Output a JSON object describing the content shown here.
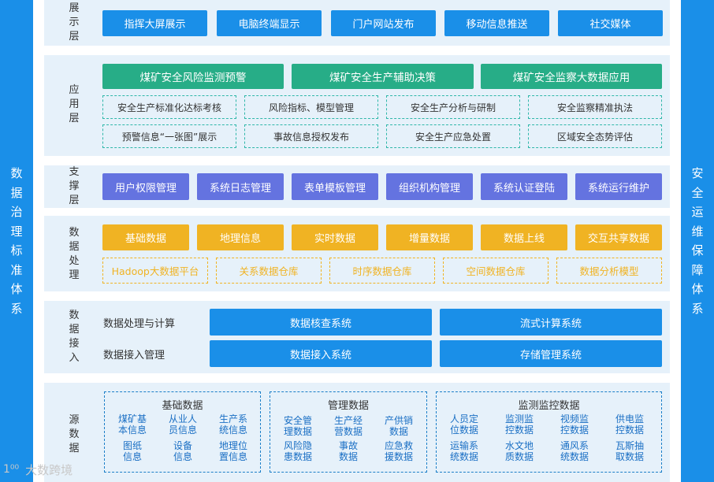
{
  "sidebars": {
    "left": "数据治理标准体系",
    "right": "安全运维保障体系"
  },
  "display": {
    "label": "展示层",
    "items": [
      "指挥大屏展示",
      "电脑终端显示",
      "门户网站发布",
      "移动信息推送",
      "社交媒体"
    ]
  },
  "application": {
    "label": "应用层",
    "top": [
      "煤矿安全风险监测预警",
      "煤矿安全生产辅助决策",
      "煤矿安全监察大数据应用"
    ],
    "row1": [
      "安全生产标准化达标考核",
      "风险指标、模型管理",
      "安全生产分析与研制",
      "安全监察精准执法"
    ],
    "row2": [
      "预警信息“一张图”展示",
      "事故信息授权发布",
      "安全生产应急处置",
      "区域安全态势评估"
    ]
  },
  "support": {
    "label": "支撑层",
    "items": [
      "用户权限管理",
      "系统日志管理",
      "表单模板管理",
      "组织机构管理",
      "系统认证登陆",
      "系统运行维护"
    ]
  },
  "processing": {
    "label": "数据处理",
    "row1": [
      "基础数据",
      "地理信息",
      "实时数据",
      "增量数据",
      "数据上线",
      "交互共享数据"
    ],
    "row2": [
      "Hadoop大数据平台",
      "关系数据仓库",
      "时序数据仓库",
      "空间数据仓库",
      "数据分析模型"
    ]
  },
  "access": {
    "label": "数据接入",
    "row1_label": "数据处理与计算",
    "row1": [
      "数据核查系统",
      "流式计算系统"
    ],
    "row2_label": "数据接入管理",
    "row2": [
      "数据接入系统",
      "存储管理系统"
    ]
  },
  "source": {
    "label": "源数据",
    "groups": [
      {
        "title": "基础数据",
        "cells": [
          "煤矿基\n本信息",
          "从业人\n员信息",
          "生产系\n统信息",
          "图纸\n信息",
          "设备\n信息",
          "地理位\n置信息"
        ]
      },
      {
        "title": "管理数据",
        "cells": [
          "安全管\n理数据",
          "生产经\n营数据",
          "产供销\n数据",
          "风险隐\n患数据",
          "事故\n数据",
          "应急救\n援数据"
        ]
      },
      {
        "title": "监测监控数据",
        "cells": [
          "人员定\n位数据",
          "监测监\n控数据",
          "视频监\n控数据",
          "供电监\n控数据",
          "运输系\n统数据",
          "水文地\n质数据",
          "通风系\n统数据",
          "瓦斯抽\n取数据"
        ]
      }
    ]
  },
  "watermark": {
    "logo": "1⁰⁰",
    "text": "大数跨境"
  },
  "colors": {
    "blue": "#1a8fe8",
    "green": "#27ad87",
    "purple": "#6473e0",
    "orange": "#f0b323",
    "layer_bg": "#e6f1fa"
  }
}
